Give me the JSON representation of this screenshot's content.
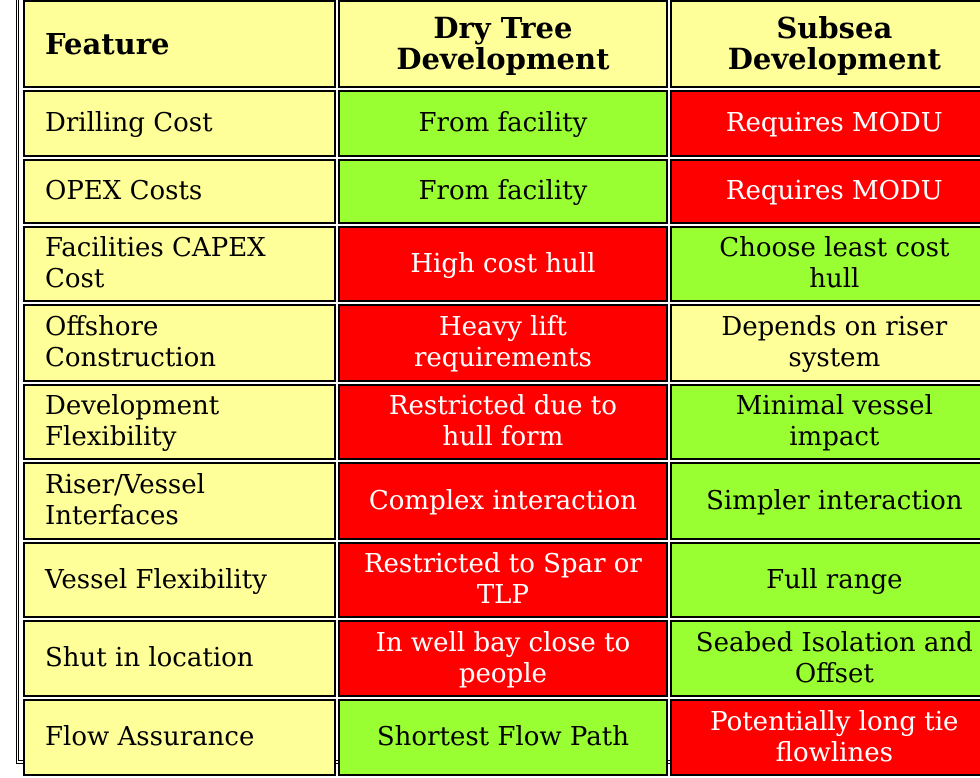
{
  "header": {
    "feature": "Feature",
    "dry_tree": "Dry Tree Development",
    "subsea": "Subsea Development"
  },
  "colors": {
    "cell_background": "#FFFF99",
    "favorable": "#99FF33",
    "unfavorable": "#FF0000"
  },
  "rows": [
    {
      "feature": "Drilling Cost",
      "dry_tree": "From facility",
      "dry_tree_status": "green",
      "subsea": "Requires MODU",
      "subsea_status": "red"
    },
    {
      "feature": "OPEX Costs",
      "dry_tree": "From facility",
      "dry_tree_status": "green",
      "subsea": "Requires MODU",
      "subsea_status": "red"
    },
    {
      "feature": "Facilities CAPEX Cost",
      "dry_tree": "High cost hull",
      "dry_tree_status": "red",
      "subsea": "Choose least cost hull",
      "subsea_status": "green"
    },
    {
      "feature": "Offshore Construction",
      "dry_tree": "Heavy lift requirements",
      "dry_tree_status": "red",
      "subsea": "Depends on riser system",
      "subsea_status": "yellow"
    },
    {
      "feature": "Development Flexibility",
      "dry_tree": "Restricted due to hull form",
      "dry_tree_status": "red",
      "subsea": "Minimal vessel impact",
      "subsea_status": "green"
    },
    {
      "feature": "Riser/Vessel Interfaces",
      "dry_tree": "Complex interaction",
      "dry_tree_status": "red",
      "subsea": "Simpler interaction",
      "subsea_status": "green"
    },
    {
      "feature": "Vessel Flexibility",
      "dry_tree": "Restricted to Spar or TLP",
      "dry_tree_status": "red",
      "subsea": "Full range",
      "subsea_status": "green"
    },
    {
      "feature": "Shut in location",
      "dry_tree": "In well bay close to people",
      "dry_tree_status": "red",
      "subsea": "Seabed Isolation and Offset",
      "subsea_status": "green"
    },
    {
      "feature": "Flow Assurance",
      "dry_tree": "Shortest Flow Path",
      "dry_tree_status": "green",
      "subsea": "Potentially long tie flowlines",
      "subsea_status": "red"
    }
  ]
}
